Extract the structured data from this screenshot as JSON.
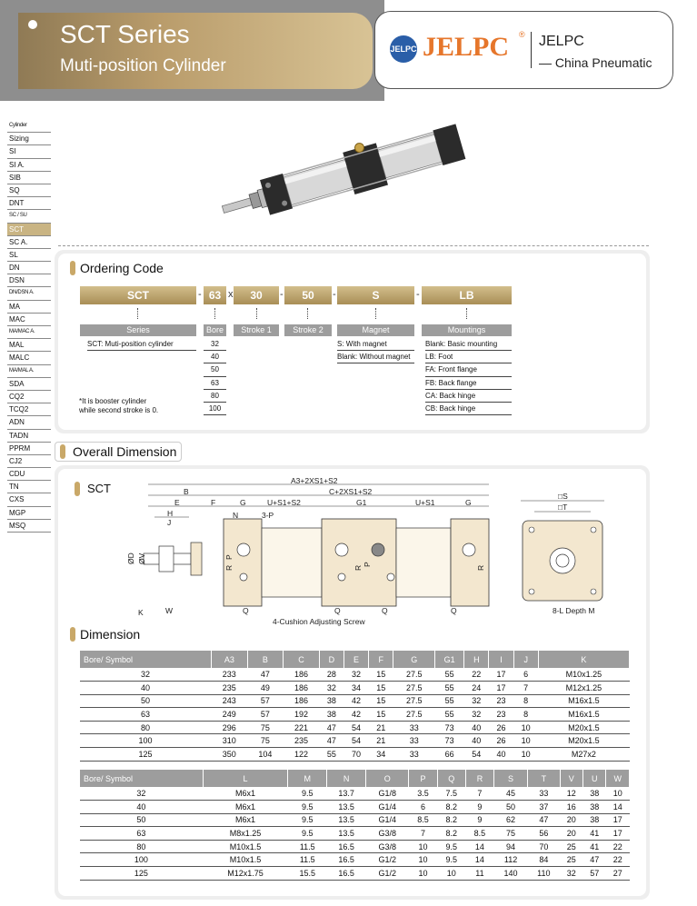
{
  "header": {
    "title": "SCT Series",
    "subtitle": "Muti-position Cylinder",
    "logo_mark": "JELPC",
    "brand": "JELPC",
    "registered": "®",
    "company": "JELPC",
    "tagline": "— China Pneumatic"
  },
  "sidebar": [
    "Cylinder",
    "Sizing",
    "SI",
    "SI A.",
    "SIB",
    "SQ",
    "DNT",
    "SC / SU",
    "SCT",
    "SC A.",
    "SL",
    "DN",
    "DSN",
    "DN/DSN A.",
    "MA",
    "MAC",
    "MA/MAC A.",
    "MAL",
    "MALC",
    "MA/MAL A.",
    "SDA",
    "CQ2",
    "TCQ2",
    "ADN",
    "TADN",
    "PPRM",
    "CJ2",
    "CDU",
    "TN",
    "CXS",
    "MGP",
    "MSQ"
  ],
  "sidebar_active": "SCT",
  "ordering": {
    "title": "Ordering Code",
    "codes": [
      "SCT",
      "63",
      "30",
      "50",
      "S",
      "LB"
    ],
    "separators": [
      "-",
      "x",
      "-",
      "-",
      "-"
    ],
    "labels": [
      "Series",
      "Bore",
      "Stroke 1",
      "Stroke 2",
      "Magnet",
      "Mountings"
    ],
    "series": [
      "SCT: Muti-position cylinder"
    ],
    "bores": [
      "32",
      "40",
      "50",
      "63",
      "80",
      "100"
    ],
    "magnet": [
      "S: With magnet",
      "Blank: Without magnet"
    ],
    "mountings": [
      "Blank: Basic mounting",
      "LB: Foot",
      "FA: Front flange",
      "FB: Back flange",
      "CA: Back hinge",
      "CB: Back hinge"
    ],
    "note_line1": "*It is booster cylinder",
    "note_line2": "while second stroke is 0."
  },
  "overall": {
    "title": "Overall Dimension",
    "model": "SCT",
    "labels": {
      "a3": "A3+2XS1+S2",
      "b": "B",
      "c": "C+2XS1+S2",
      "e": "E",
      "f": "F",
      "g": "G",
      "us1s2": "U+S1+S2",
      "g1": "G1",
      "us1": "U+S1",
      "g2": "G",
      "h": "H",
      "j": "J",
      "n": "N",
      "p3": "3-P",
      "d": "ØD",
      "v": "ØV",
      "k": "K",
      "w": "W",
      "q1": "Q",
      "q2": "Q",
      "q3": "Q",
      "q4": "Q",
      "r1": "R",
      "r2": "R",
      "r3": "R",
      "p1": "P",
      "p2": "P",
      "cushion": "4-Cushion Adjusting Screw",
      "cs": "□S",
      "ct": "□T",
      "bl": "8-L Depth M"
    }
  },
  "dimension": {
    "title": "Dimension",
    "table1": {
      "headers": [
        "Bore/ Symbol",
        "A3",
        "B",
        "C",
        "D",
        "E",
        "F",
        "G",
        "G1",
        "H",
        "I",
        "J",
        "K"
      ],
      "rows": [
        [
          "32",
          "233",
          "47",
          "186",
          "28",
          "32",
          "15",
          "27.5",
          "55",
          "22",
          "17",
          "6",
          "M10x1.25"
        ],
        [
          "40",
          "235",
          "49",
          "186",
          "32",
          "34",
          "15",
          "27.5",
          "55",
          "24",
          "17",
          "7",
          "M12x1.25"
        ],
        [
          "50",
          "243",
          "57",
          "186",
          "38",
          "42",
          "15",
          "27.5",
          "55",
          "32",
          "23",
          "8",
          "M16x1.5"
        ],
        [
          "63",
          "249",
          "57",
          "192",
          "38",
          "42",
          "15",
          "27.5",
          "55",
          "32",
          "23",
          "8",
          "M16x1.5"
        ],
        [
          "80",
          "296",
          "75",
          "221",
          "47",
          "54",
          "21",
          "33",
          "73",
          "40",
          "26",
          "10",
          "M20x1.5"
        ],
        [
          "100",
          "310",
          "75",
          "235",
          "47",
          "54",
          "21",
          "33",
          "73",
          "40",
          "26",
          "10",
          "M20x1.5"
        ],
        [
          "125",
          "350",
          "104",
          "122",
          "55",
          "70",
          "34",
          "33",
          "66",
          "54",
          "40",
          "10",
          "M27x2"
        ]
      ]
    },
    "table2": {
      "headers": [
        "Bore/ Symbol",
        "L",
        "M",
        "N",
        "O",
        "P",
        "Q",
        "R",
        "S",
        "T",
        "V",
        "U",
        "W"
      ],
      "rows": [
        [
          "32",
          "M6x1",
          "9.5",
          "13.7",
          "G1/8",
          "3.5",
          "7.5",
          "7",
          "45",
          "33",
          "12",
          "38",
          "10"
        ],
        [
          "40",
          "M6x1",
          "9.5",
          "13.5",
          "G1/4",
          "6",
          "8.2",
          "9",
          "50",
          "37",
          "16",
          "38",
          "14"
        ],
        [
          "50",
          "M6x1",
          "9.5",
          "13.5",
          "G1/4",
          "8.5",
          "8.2",
          "9",
          "62",
          "47",
          "20",
          "38",
          "17"
        ],
        [
          "63",
          "M8x1.25",
          "9.5",
          "13.5",
          "G3/8",
          "7",
          "8.2",
          "8.5",
          "75",
          "56",
          "20",
          "41",
          "17"
        ],
        [
          "80",
          "M10x1.5",
          "11.5",
          "16.5",
          "G3/8",
          "10",
          "9.5",
          "14",
          "94",
          "70",
          "25",
          "41",
          "22"
        ],
        [
          "100",
          "M10x1.5",
          "11.5",
          "16.5",
          "G1/2",
          "10",
          "9.5",
          "14",
          "112",
          "84",
          "25",
          "47",
          "22"
        ],
        [
          "125",
          "M12x1.75",
          "15.5",
          "16.5",
          "G1/2",
          "10",
          "10",
          "11",
          "140",
          "110",
          "32",
          "57",
          "27"
        ]
      ]
    }
  },
  "colors": {
    "gold": "#c9a868",
    "gray_header": "#9d9d9d",
    "brand_blue": "#2a5ea8",
    "brand_orange": "#e6762b"
  }
}
